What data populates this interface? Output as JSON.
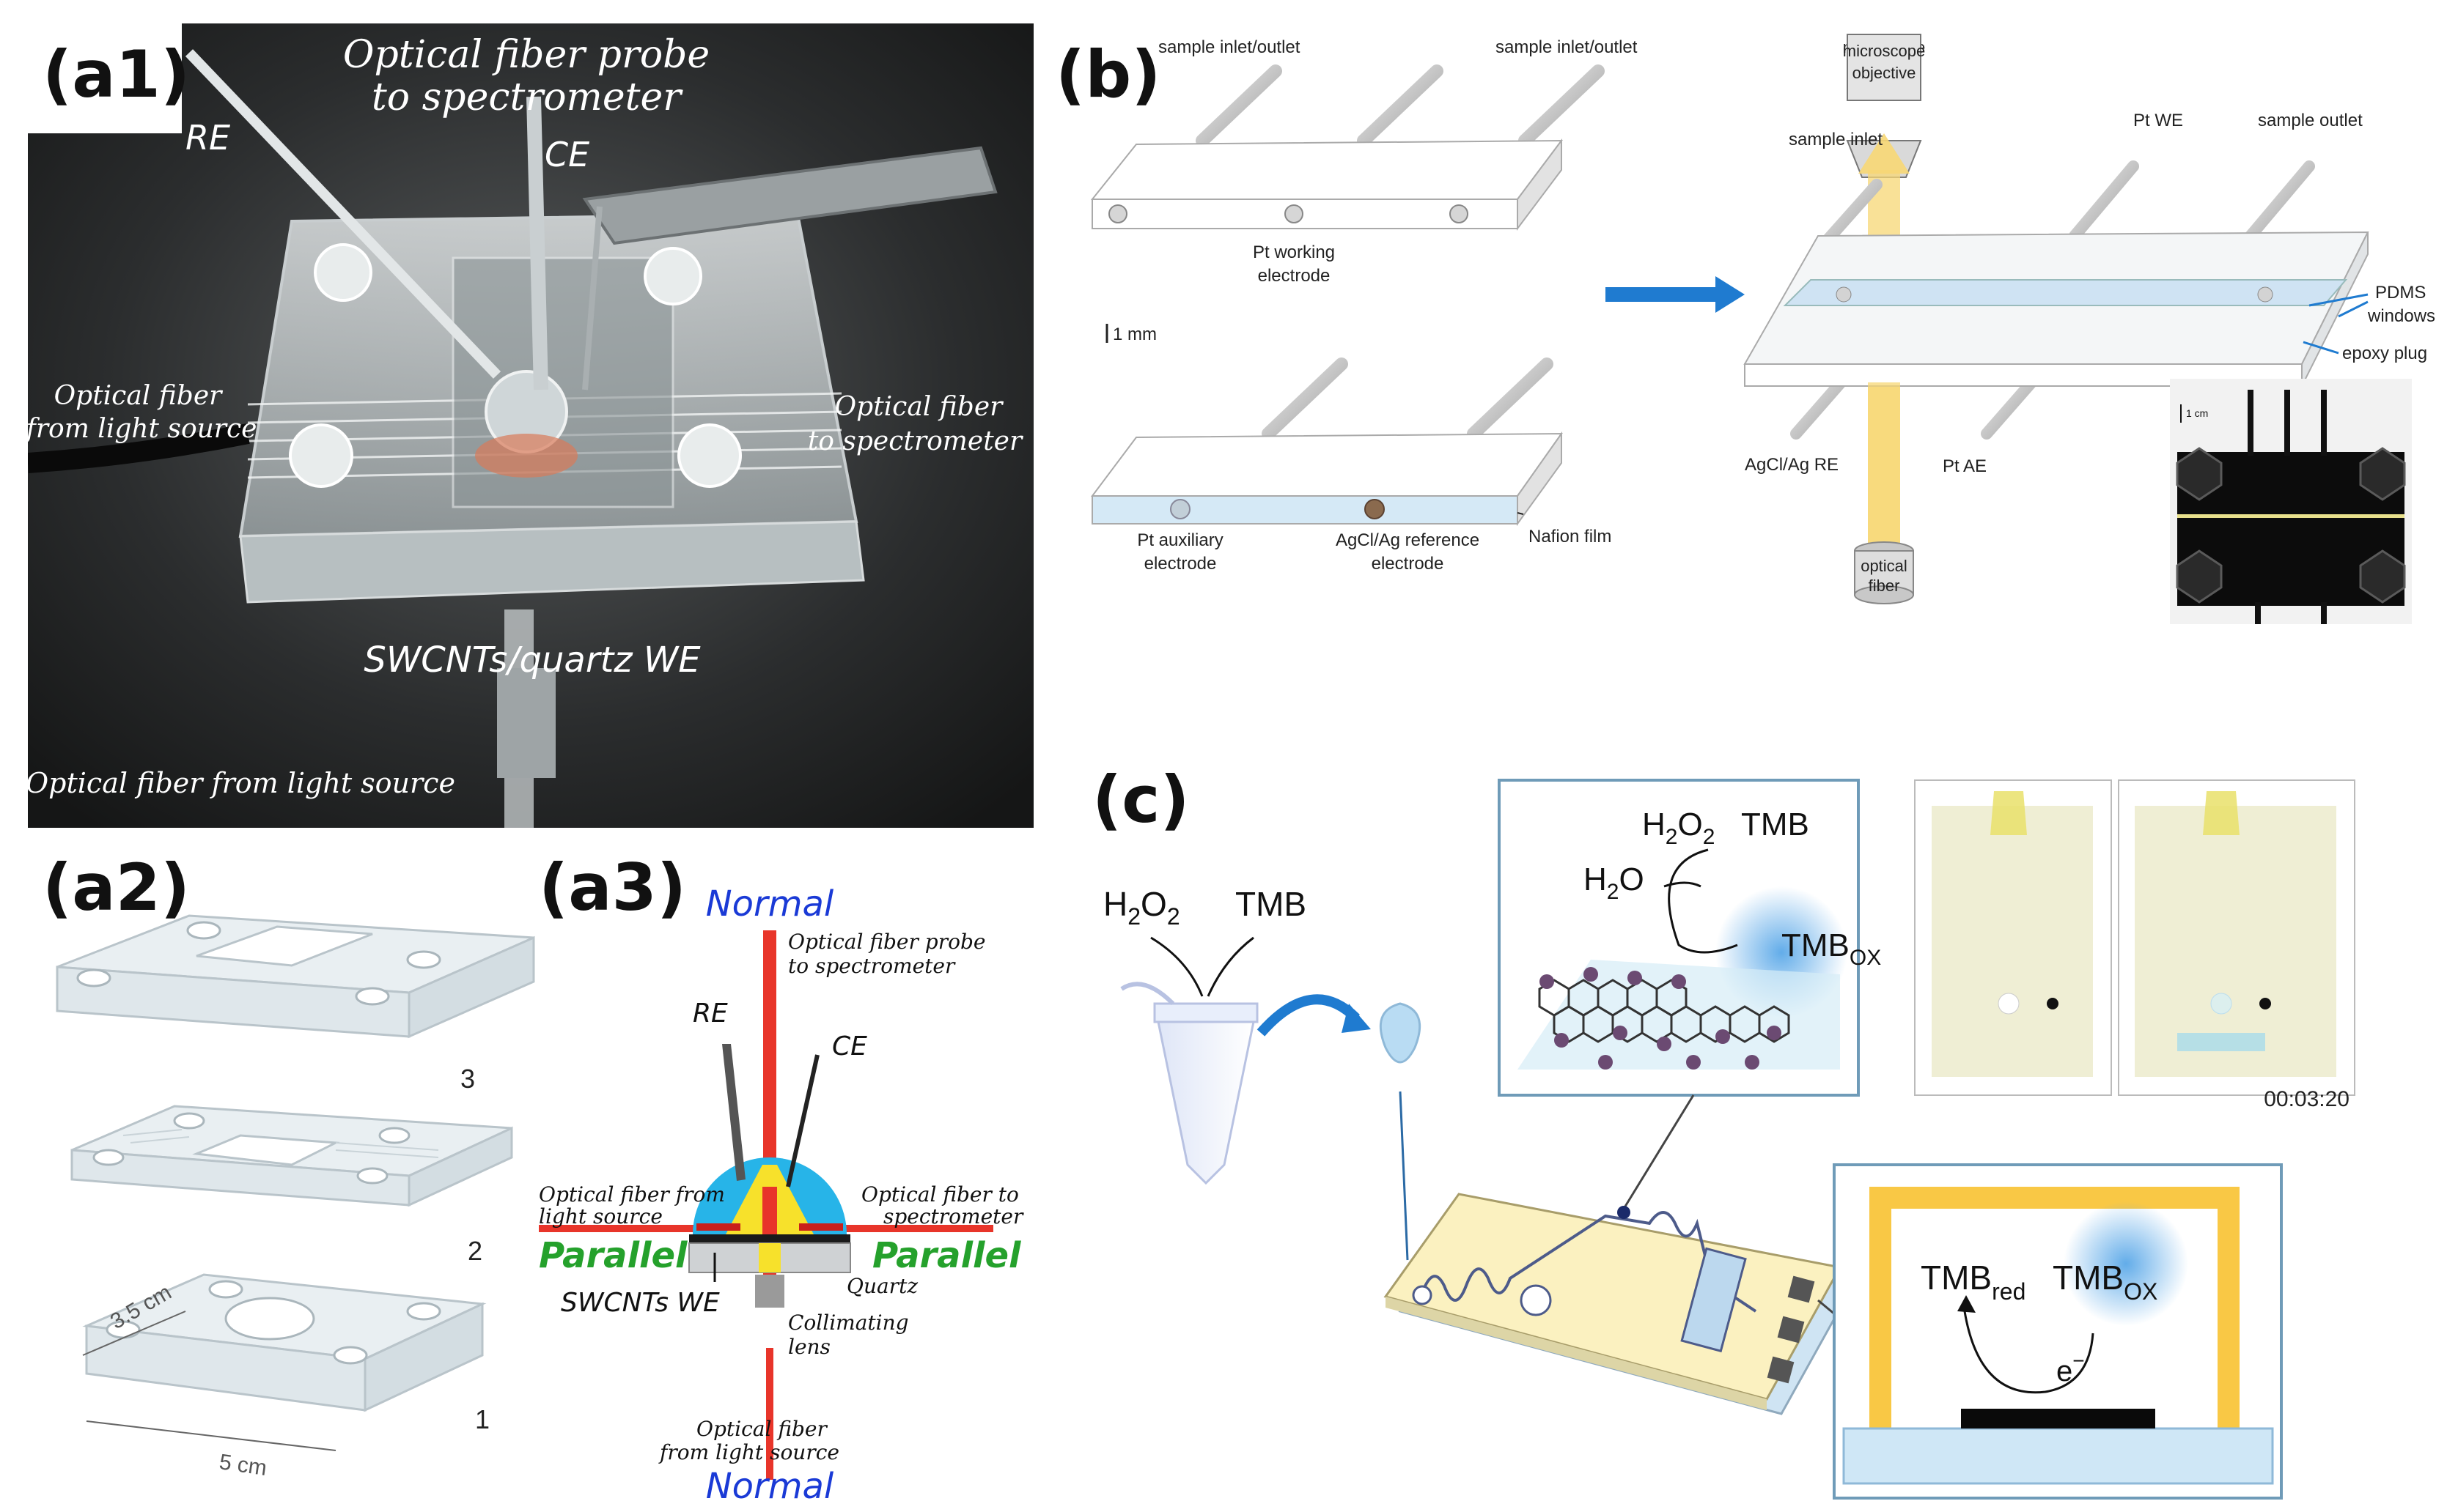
{
  "a1": {
    "label": "(a1)",
    "probe_line1": "Optical fiber probe",
    "probe_line2": "to spectrometer",
    "re": "RE",
    "ce": "CE",
    "left_fiber_1": "Optical fiber",
    "left_fiber_2": "from light source",
    "right_fiber_1": "Optical fiber",
    "right_fiber_2": "to spectrometer",
    "we": "SWCNTs/quartz WE",
    "bottom": "Optical fiber from light source"
  },
  "a2": {
    "label": "(a2)",
    "layer3": "3",
    "layer2": "2",
    "layer1": "1",
    "dim_w": "3.5 cm",
    "dim_l": "5 cm"
  },
  "a3": {
    "label": "(a3)",
    "normal_top": "Normal",
    "normal_bottom": "Normal",
    "probe_1": "Optical fiber probe",
    "probe_2": "to spectrometer",
    "re": "RE",
    "ce": "CE",
    "from_1": "Optical fiber from",
    "from_2": "light source",
    "to_1": "Optical fiber to",
    "to_2": "spectrometer",
    "parallel_left": "Parallel",
    "parallel_right": "Parallel",
    "quartz": "Quartz",
    "we": "SWCNTs WE",
    "lens_1": "Collimating",
    "lens_2": "lens",
    "bottom_fiber_1": "Optical fiber",
    "bottom_fiber_2": "from light source"
  },
  "b": {
    "label": "(b)",
    "inlet_left": "sample inlet/outlet",
    "inlet_right": "sample inlet/outlet",
    "pt_we_1": "Pt working",
    "pt_we_2": "electrode",
    "scale": "1 mm",
    "aux_1": "Pt auxiliary",
    "aux_2": "electrode",
    "ref_1": "AgCl/Ag reference",
    "ref_2": "electrode",
    "nafion": "Nafion film",
    "microscope_1": "microscope",
    "microscope_2": "objective",
    "sample_inlet": "sample inlet",
    "pt_we": "Pt WE",
    "sample_outlet": "sample outlet",
    "pdms_1": "PDMS",
    "pdms_2": "windows",
    "epoxy": "epoxy plug",
    "agcl_re": "AgCl/Ag RE",
    "pt_ae": "Pt AE",
    "optical_1": "optical",
    "optical_2": "fiber",
    "scale_cm": "1 cm"
  },
  "c": {
    "label": "(c)",
    "h2o2_base": "H",
    "h2o2_sub": "2",
    "h2o2_o": "O",
    "h2o2_sub2": "2",
    "tmb": "TMB",
    "h2o_base": "H",
    "h2o_sub": "2",
    "h2o_o": "O",
    "tmb_ox_base": "TMB",
    "tmb_ox_sub": "OX",
    "tmb_red_base": "TMB",
    "tmb_red_sub": "red",
    "electron": "e",
    "electron_sup": "−",
    "timestamp": "00:03:20"
  },
  "colors": {
    "red_fiber": "#e8352a",
    "normal_blue": "#1a3ad6",
    "parallel_green": "#25a12c",
    "arrow_blue": "#1f7bd0",
    "beam_yellow": "#f7d774",
    "chip_yellow": "#fbf1c0",
    "frame_yellow": "#f9c845",
    "tmb_blue": "#5aa8e8"
  }
}
